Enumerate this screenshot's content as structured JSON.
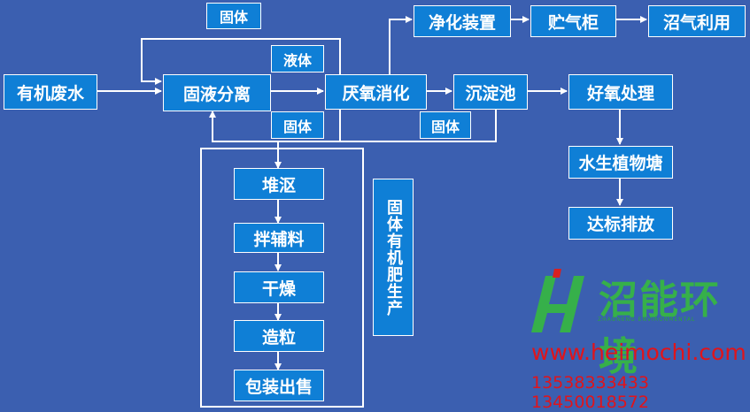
{
  "nodes": {
    "solid_top": "固体",
    "purify": "净化装置",
    "gas_cabinet": "贮气柜",
    "biogas_use": "沼气利用",
    "organic_wastewater": "有机废水",
    "liquid": "液体",
    "separation": "固液分离",
    "anaerobic": "厌氧消化",
    "sedimentation": "沉淀池",
    "aerobic": "好氧处理",
    "solid_mid": "固体",
    "solid_right": "固体",
    "plant_pond": "水生植物塘",
    "discharge": "达标排放",
    "compost": "堆沤",
    "mix": "拌辅料",
    "dry": "干燥",
    "granulate": "造粒",
    "package": "包装出售",
    "fertilizer_vertical": "固体有机肥生产"
  },
  "logo": {
    "cn": "沼能环境",
    "en": "ZHAONENG ENVIRONMENTAL",
    "url": "www.heimochi.com",
    "phones": "13538333433  13450018572"
  },
  "colors": {
    "background": "#3b5fb0",
    "box": "#0f7fd6",
    "line": "#ffffff",
    "logo_green": "#2aa53a",
    "contact_red": "#e0141b"
  }
}
